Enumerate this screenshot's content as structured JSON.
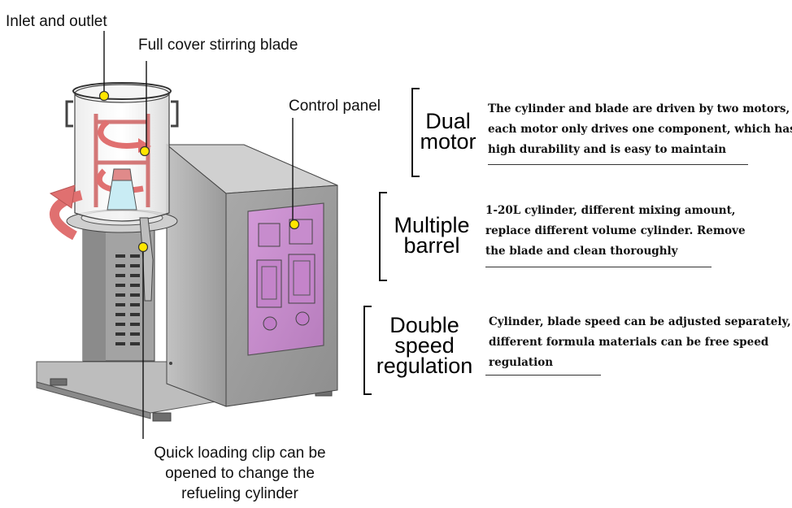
{
  "callouts": {
    "inlet_outlet": "Inlet and outlet",
    "stirring_blade": "Full cover stirring blade",
    "control_panel": "Control panel",
    "quick_clip_line1": "Quick loading clip can be",
    "quick_clip_line2": "opened to change the",
    "quick_clip_line3": "refueling cylinder"
  },
  "features": [
    {
      "title_line1": "Dual",
      "title_line2": "motor",
      "desc_line1": "The cylinder and blade are driven by two motors,",
      "desc_line2": "each motor only drives one component, which has",
      "desc_line3": "high durability and is easy to maintain"
    },
    {
      "title_line1": "Multiple",
      "title_line2": "barrel",
      "desc_line1": "1-20L cylinder, different mixing amount,",
      "desc_line2": "replace different volume cylinder. Remove",
      "desc_line3": "the blade and clean thoroughly"
    },
    {
      "title_line1": "Double",
      "title_line2": "speed",
      "title_line3": "regulation",
      "desc_line1": "Cylinder, blade speed can be adjusted separately,",
      "desc_line2": "different formula materials can be free speed",
      "desc_line3": "regulation"
    }
  ],
  "colors": {
    "machine_body": "#a6a6a6",
    "machine_dark": "#8f8f8f",
    "panel_purple": "#c98fcf",
    "arrow_red": "#e07070",
    "marker_yellow": "#ffe600"
  }
}
